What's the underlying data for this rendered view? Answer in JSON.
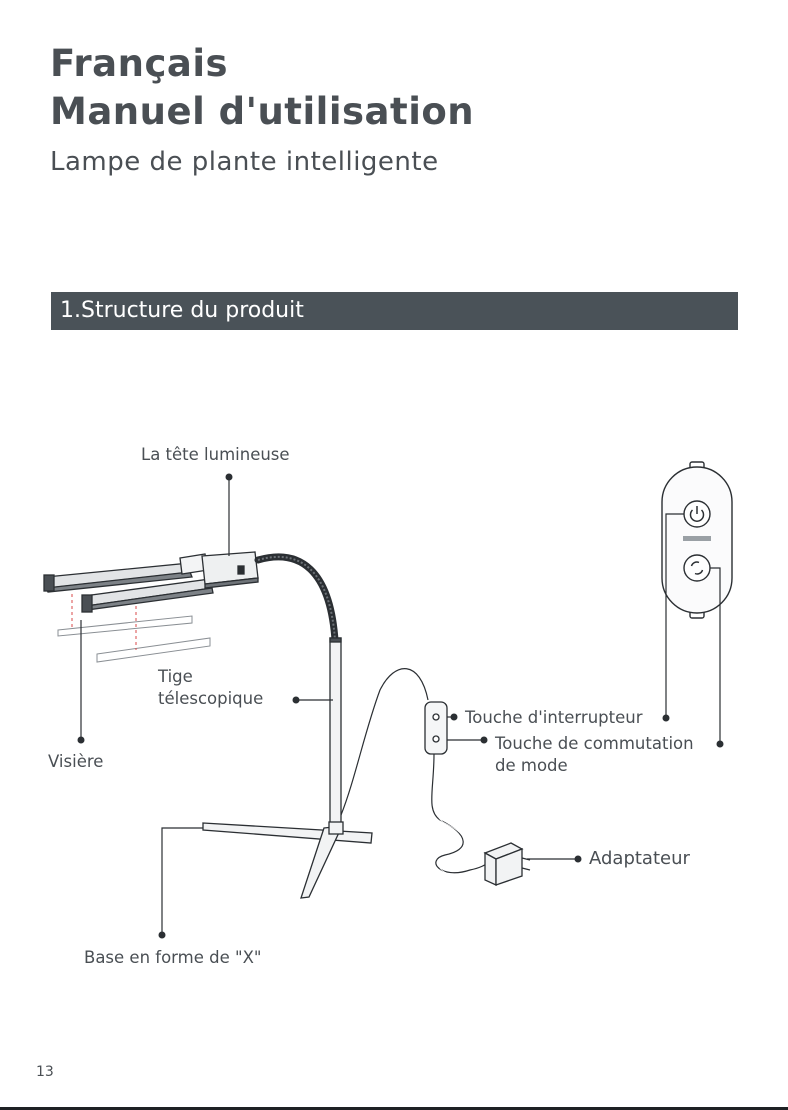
{
  "header": {
    "language": "Français",
    "manual_title": "Manuel d'utilisation",
    "product_name": "Lampe de plante intelligente"
  },
  "section": {
    "title": "1.Structure du produit"
  },
  "diagram": {
    "labels": {
      "light_head": "La tête lumineuse",
      "telescopic_rod_line1": "Tige",
      "telescopic_rod_line2": "télescopique",
      "visor": "Visière",
      "power_button": "Touche d'interrupteur",
      "mode_button_line1": "Touche de commutation",
      "mode_button_line2": "de mode",
      "adapter": "Adaptateur",
      "base": "Base en forme de \"X\""
    }
  },
  "footer": {
    "page_number": "13"
  }
}
